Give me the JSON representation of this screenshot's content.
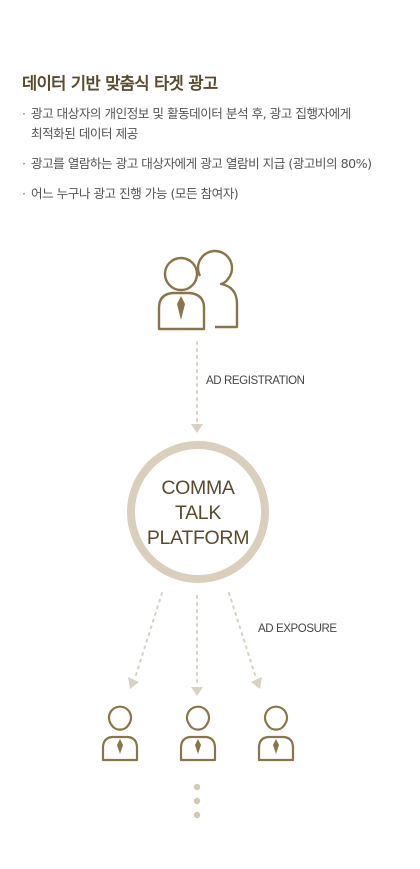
{
  "heading": "데이터 기반 맞춤식 타겟 광고",
  "bullets": [
    {
      "line1": "광고 대상자의 개인정보 및 활동데이터 분석 후, 광고 집행자에게",
      "line2": "최적화된 데이터 제공"
    },
    {
      "line1": "광고를 열람하는 광고 대상자에게 광고 열람비 지급 (광고비의 80%)"
    },
    {
      "line1": "어느 누구나 광고 진행 가능 (모든 참여자)"
    }
  ],
  "diagram": {
    "registration_label": "AD REGISTRATION",
    "exposure_label": "AD EXPOSURE",
    "platform": [
      "COMMA",
      "TALK",
      "PLATFORM"
    ],
    "icons": [
      "advertiser-group-icon",
      "user-icon",
      "more-dots-icon"
    ]
  },
  "colors": {
    "accent": "#8b7548",
    "ring": "#d9cfbc",
    "arrow": "#d9d1c4",
    "title": "#5a4a2e"
  }
}
